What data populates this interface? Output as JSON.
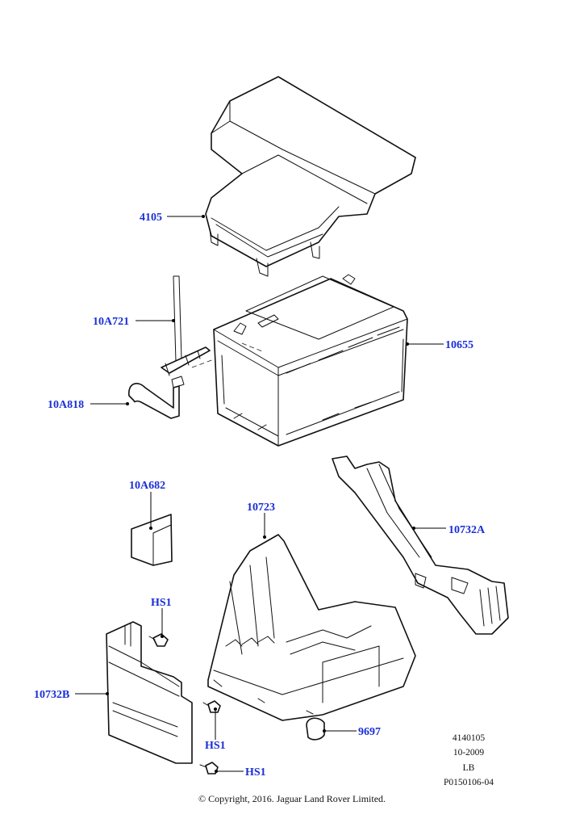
{
  "callouts": {
    "c4105": "4105",
    "c10A721": "10A721",
    "c10655": "10655",
    "c10A818": "10A818",
    "c10A682": "10A682",
    "c10723": "10723",
    "c10732A": "10732A",
    "hs1_top": "HS1",
    "c10732B": "10732B",
    "hs1_mid": "HS1",
    "c9697": "9697",
    "hs1_bottom": "HS1"
  },
  "meta": {
    "code": "4140105",
    "date": "10-2009",
    "region": "LB",
    "ref": "P0150106-04"
  },
  "copyright": "© Copyright, 2016. Jaguar Land Rover Limited.",
  "colors": {
    "callout": "#1a2fd6",
    "line": "#111111"
  }
}
